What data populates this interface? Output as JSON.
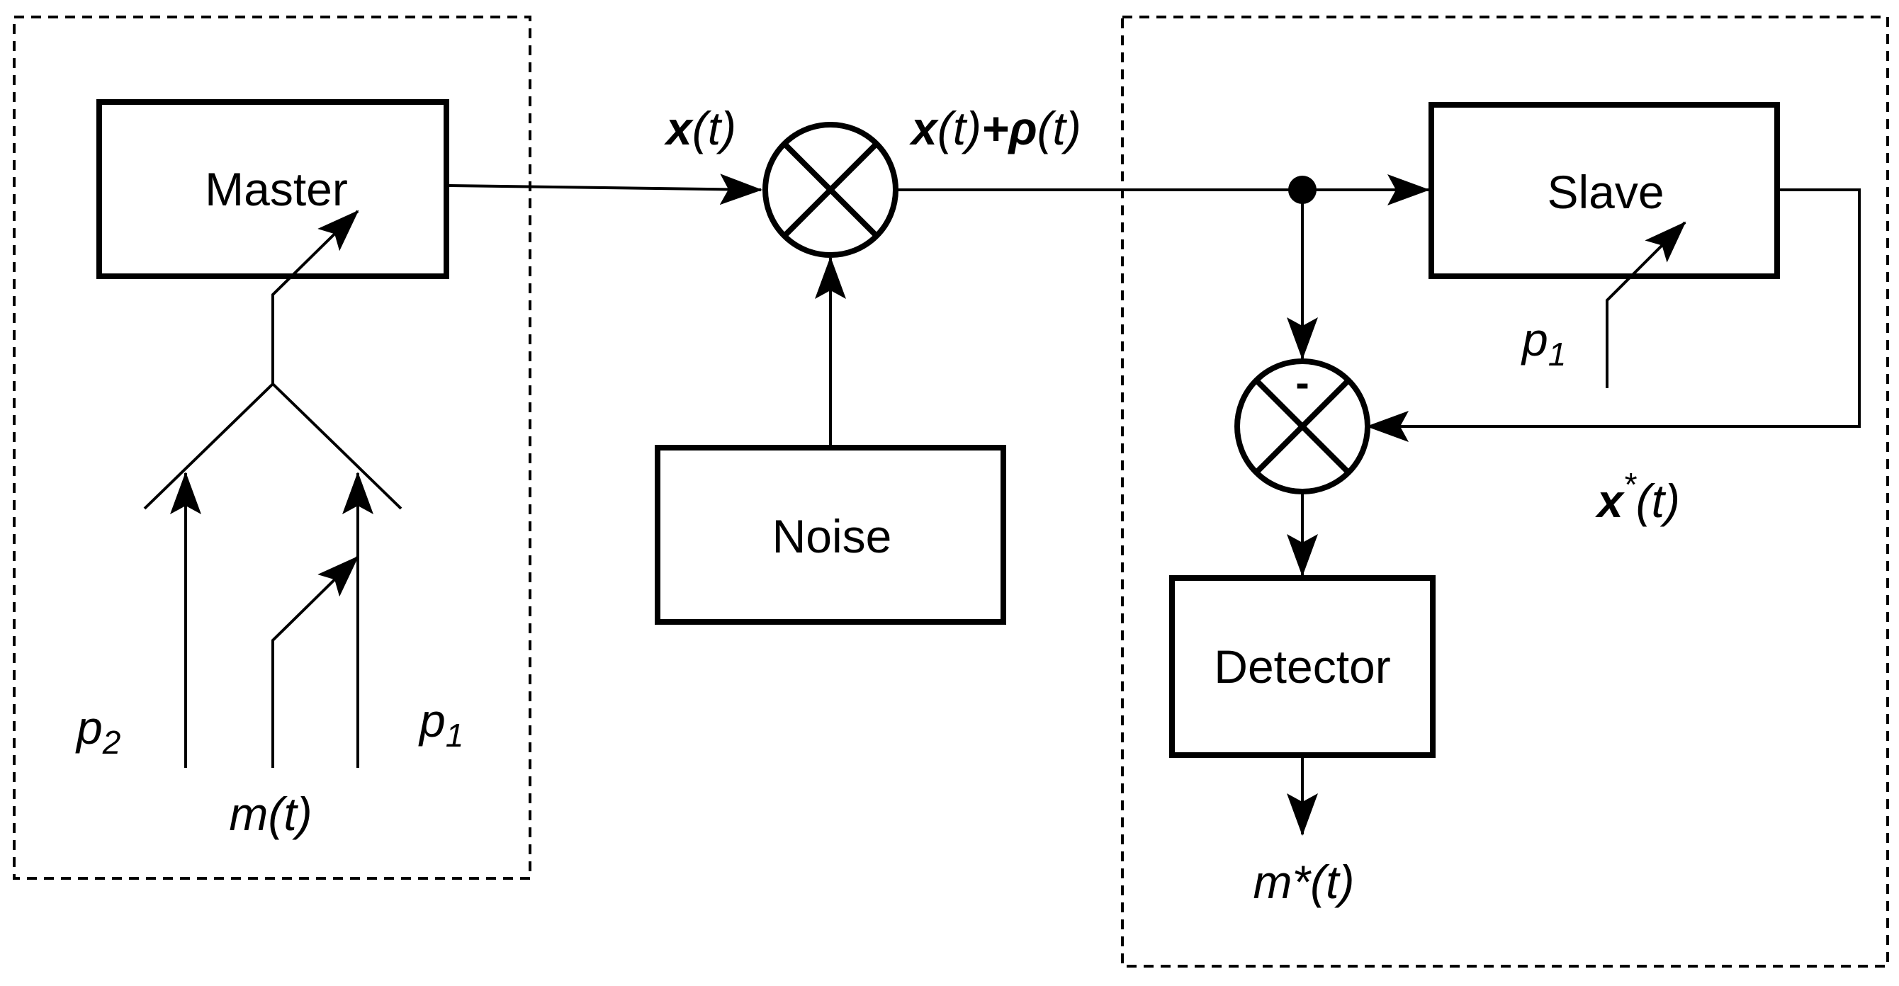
{
  "blocks": {
    "master": "Master",
    "noise": "Noise",
    "slave": "Slave",
    "detector": "Detector"
  },
  "labels": {
    "x_t": {
      "symbol": "x",
      "arg": "(t)"
    },
    "x_plus_rho": {
      "symbol": "x",
      "arg": "(t)",
      "plus": "+",
      "symbol2": "ρ",
      "arg2": "(t)"
    },
    "x_star": {
      "symbol": "x",
      "sup": "*",
      "arg": "(t)"
    },
    "m_t": "m(t)",
    "m_star_t": "m*(t)",
    "master_p2": {
      "base": "p",
      "sub": "2"
    },
    "master_p1": {
      "base": "p",
      "sub": "1"
    },
    "slave_p1": {
      "base": "p",
      "sub": "1"
    },
    "subtract_sign": "-"
  }
}
